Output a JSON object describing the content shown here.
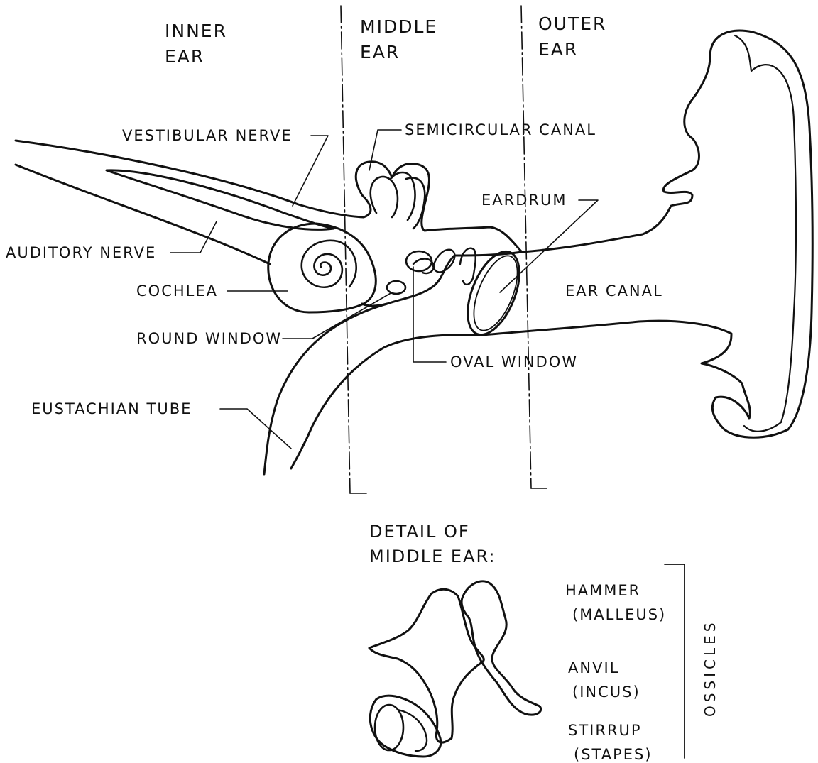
{
  "regions": {
    "inner_ear": [
      "INNER",
      "EAR"
    ],
    "middle_ear": [
      "MIDDLE",
      "EAR"
    ],
    "outer_ear": [
      "OUTER",
      "EAR"
    ]
  },
  "labels": {
    "vestibular_nerve": "VESTIBULAR NERVE",
    "semicircular_canal": "SEMICIRCULAR CANAL",
    "eardrum": "EARDRUM",
    "auditory_nerve": "AUDITORY NERVE",
    "cochlea": "COCHLEA",
    "ear_canal": "EAR CANAL",
    "round_window": "ROUND WINDOW",
    "oval_window": "OVAL WINDOW",
    "eustachian_tube": "EUSTACHIAN TUBE"
  },
  "detail": {
    "title": [
      "DETAIL OF",
      "MIDDLE EAR:"
    ],
    "hammer": [
      "HAMMER",
      "(MALLEUS)"
    ],
    "anvil": [
      "ANVIL",
      "(INCUS)"
    ],
    "stirrup": [
      "STIRRUP",
      "(STAPES)"
    ],
    "group_label": "OSSICLES"
  },
  "colors": {
    "ink": "#111111",
    "background": "#ffffff"
  }
}
